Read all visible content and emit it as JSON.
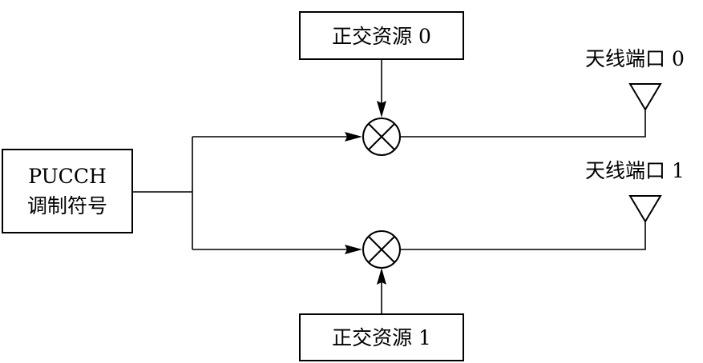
{
  "diagram": {
    "source": {
      "line1": "PUCCH",
      "line2": "调制符号"
    },
    "resources": [
      "正交资源 0",
      "正交资源 1"
    ],
    "ports": [
      "天线端口 0",
      "天线端口 1"
    ]
  }
}
